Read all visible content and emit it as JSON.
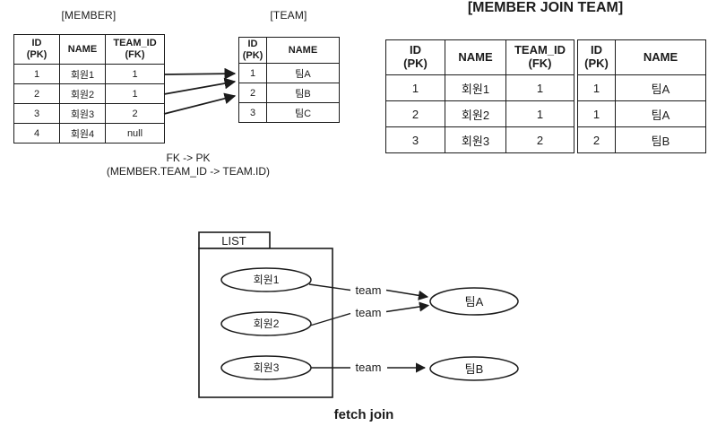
{
  "diagram_fk": {
    "member_title": "[MEMBER]",
    "team_title": "[TEAM]",
    "member_table": {
      "headers": [
        "ID\n(PK)",
        "NAME",
        "TEAM_ID\n(FK)"
      ],
      "rows": [
        [
          "1",
          "회원1",
          "1"
        ],
        [
          "2",
          "회원2",
          "1"
        ],
        [
          "3",
          "회원3",
          "2"
        ],
        [
          "4",
          "회원4",
          "null"
        ]
      ]
    },
    "team_table": {
      "headers": [
        "ID\n(PK)",
        "NAME"
      ],
      "rows": [
        [
          "1",
          "팀A"
        ],
        [
          "2",
          "팀B"
        ],
        [
          "3",
          "팀C"
        ]
      ]
    },
    "caption_line1": "FK -> PK",
    "caption_line2": "(MEMBER.TEAM_ID -> TEAM.ID)"
  },
  "join_section": {
    "title": "[MEMBER JOIN TEAM]",
    "member_part": {
      "headers": [
        "ID\n(PK)",
        "NAME",
        "TEAM_ID\n(FK)"
      ],
      "rows": [
        [
          "1",
          "회원1",
          "1"
        ],
        [
          "2",
          "회원2",
          "1"
        ],
        [
          "3",
          "회원3",
          "2"
        ]
      ]
    },
    "team_part": {
      "headers": [
        "ID\n(PK)",
        "NAME"
      ],
      "rows": [
        [
          "1",
          "팀A"
        ],
        [
          "1",
          "팀A"
        ],
        [
          "2",
          "팀B"
        ]
      ]
    }
  },
  "fetch_join": {
    "list_label": "LIST",
    "member1": "회원1",
    "member2": "회원2",
    "member3": "회원3",
    "teamA": "팀A",
    "teamB": "팀B",
    "edge_label": "team",
    "caption": "fetch join"
  },
  "colors": {
    "line": "#1b1b1b",
    "background": "#ffffff"
  }
}
